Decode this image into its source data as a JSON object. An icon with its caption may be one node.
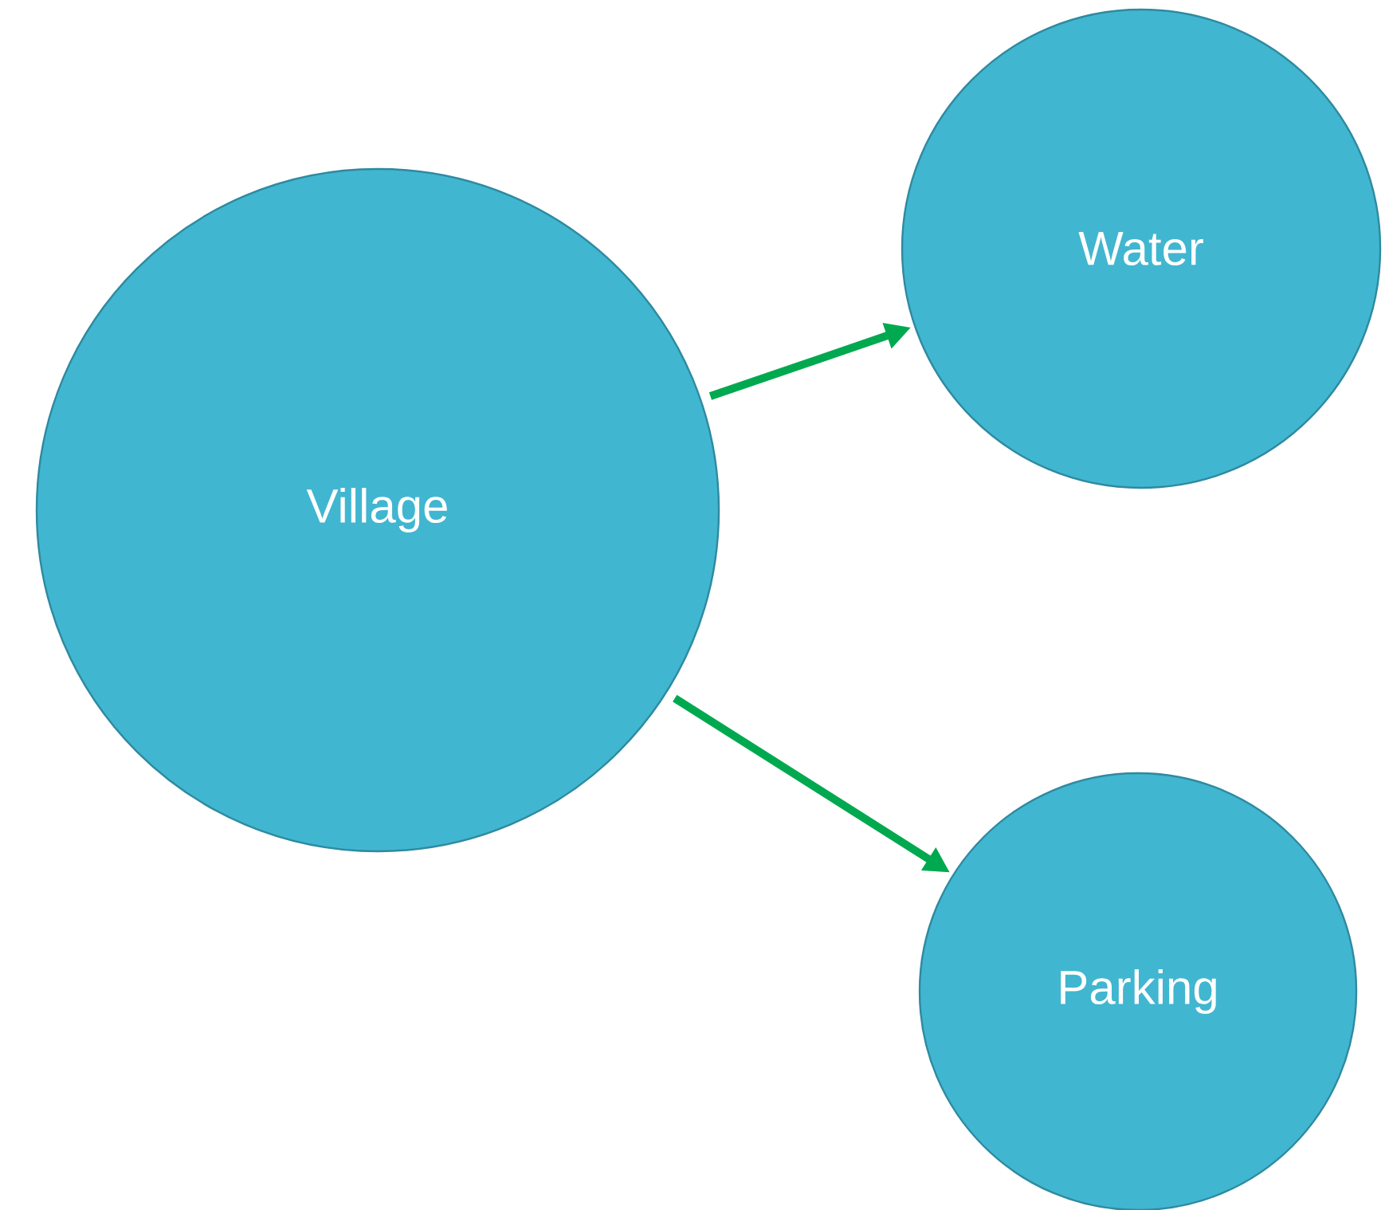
{
  "diagram": {
    "nodes": [
      {
        "text": [
          "Village"
        ]
      },
      {
        "text": [
          "Water"
        ]
      },
      {
        "text": [
          "Parking"
        ]
      }
    ],
    "edges": [
      {
        "from": 0,
        "to": 1,
        "arrow": "to"
      },
      {
        "from": 0,
        "to": 2,
        "arrow": "to"
      }
    ]
  }
}
